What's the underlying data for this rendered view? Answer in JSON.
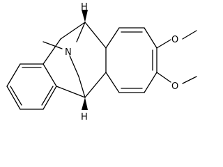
{
  "molecule": {
    "atoms": {
      "nitrogen": "N",
      "bridgehead_h_top": "H",
      "bridgehead_h_bottom": "H",
      "methoxy_1": "O",
      "methoxy_2": "O"
    },
    "colors": {
      "bond": "#000000",
      "background": "#ffffff"
    }
  }
}
